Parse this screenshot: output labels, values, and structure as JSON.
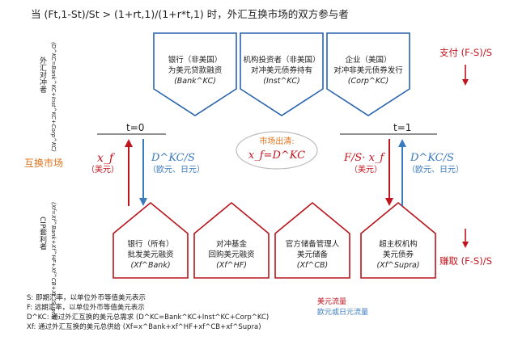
{
  "title": "当 (Ft,1-St)/St > (1+rt,1)/(1+r*t,1) 时，外汇互换市场的双方参与者",
  "left_labels": {
    "hedgers_cn": "外汇对冲者",
    "hedgers_formula": "(D^KC=Bank^KC+Inst^KC+Corp^KC)",
    "market": "互换市场",
    "arbs_cn": "CIP套利者",
    "arbs_formula": "(Xf=Xf^Bank+Xf^HF+Xf^CB+Xf^Supra)"
  },
  "hedger_boxes": [
    {
      "l1": "银行（非美国）",
      "l2": "为美元贷款融资",
      "l3": "(Bank^KC)"
    },
    {
      "l1": "机构投资者（非美国）",
      "l2": "对冲美元债券持有",
      "l3": "(Inst^KC)"
    },
    {
      "l1": "企业（美国）",
      "l2": "对冲非美元债券发行",
      "l3": "(Corp^KC)"
    }
  ],
  "arb_boxes": [
    {
      "l1": "银行（所有）",
      "l2": "批发美元融资",
      "l3": "(Xf^Bank)"
    },
    {
      "l1": "对冲基金",
      "l2": "回购美元融资",
      "l3": "(Xf^HF)"
    },
    {
      "l1": "官方储备管理人",
      "l2": "美元储备",
      "l3": "(Xf^CB)"
    },
    {
      "l1": "超主权机构",
      "l2": "美元债券",
      "l3": "(Xf^Supra)"
    }
  ],
  "pay_label": "支付 (F-S)/S",
  "earn_label": "赚取 (F-S)/S",
  "t0": "t=0",
  "t1": "t=1",
  "left_xf": "x_f",
  "left_usd": "（美元）",
  "left_dkc": "D^KC/S",
  "left_other": "（欧元、日元）",
  "clearing_title": "市场出清:",
  "clearing_eq": "x_f=D^KC",
  "right_fs": "F/S· x_f",
  "right_usd": "（美元）",
  "right_dkc": "D^KC/S",
  "right_other": "（欧元、日元）",
  "legend_lines": [
    "S: 即期汇率，以单位外币等值美元表示",
    "F: 远期汇率，以单位外币等值美元表示",
    "D^KC: 通过外汇互换的美元总需求  (D^KC=Bank^KC+Inst^KC+Corp^KC)",
    "Xf: 通过外汇互换的美元总供给  (Xf=x^Bank+xf^HF+xf^CB+xf^Supra)"
  ],
  "flow_legend": {
    "usd": "美元流量",
    "other": "欧元或日元流量"
  },
  "colors": {
    "red": "#c0141e",
    "blue": "#3a7abf",
    "orange": "#e2731c",
    "outline_blue": "#2a63ad",
    "outline_red": "#b8141c"
  }
}
